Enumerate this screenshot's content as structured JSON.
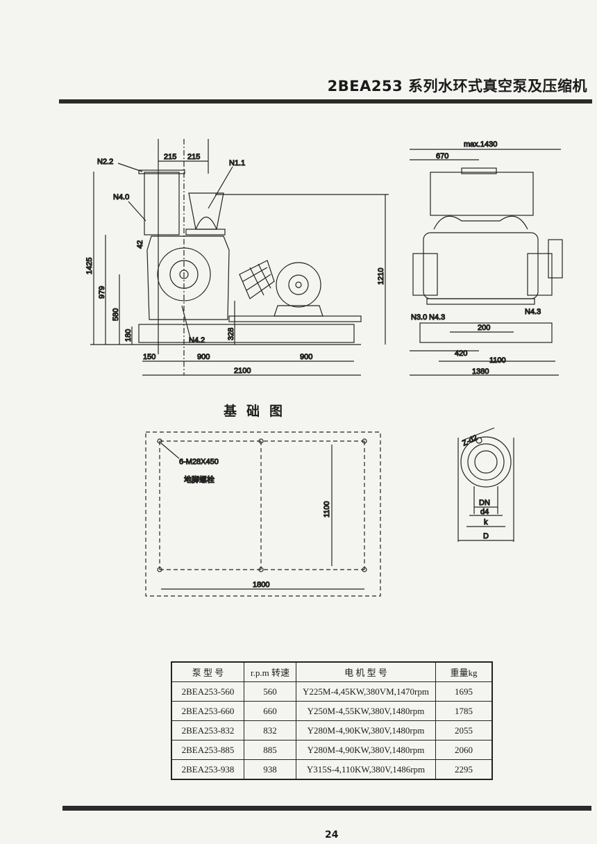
{
  "header": {
    "title": "2BEA253 系列水环式真空泵及压缩机"
  },
  "side_view": {
    "labels": {
      "n22": "N2.2",
      "n40": "N4.0",
      "n11": "N1.1",
      "n42": "N4.2"
    },
    "dims": {
      "d215a": "215",
      "d215b": "215",
      "d1425": "1425",
      "d979": "979",
      "d580": "580",
      "d180": "180",
      "d42": "42",
      "d328": "328",
      "d1210": "1210",
      "d150": "150",
      "d900a": "900",
      "d900b": "900",
      "d2100": "2100"
    }
  },
  "end_view": {
    "labels": {
      "n30": "N3.0",
      "n43a": "N4.3",
      "n43b": "N4.3"
    },
    "dims": {
      "max": "max.1430",
      "d670": "670",
      "d200": "200",
      "d420": "420",
      "d1100": "1100",
      "d1380": "1380"
    }
  },
  "foundation": {
    "title": "基础图",
    "bolt": "6-M28X450",
    "bolt_label": "地脚螺栓",
    "d1100": "1100",
    "d1800": "1800"
  },
  "flange": {
    "zd2": "Z-d2",
    "dn": "DN",
    "d4": "d4",
    "k": "k",
    "D": "D"
  },
  "table": {
    "headers": [
      "泵 型 号",
      "r.p.m 转速",
      "电 机 型 号",
      "重量kg"
    ],
    "rows": [
      [
        "2BEA253-560",
        "560",
        "Y225M-4,45KW,380VM,1470rpm",
        "1695"
      ],
      [
        "2BEA253-660",
        "660",
        "Y250M-4,55KW,380V,1480rpm",
        "1785"
      ],
      [
        "2BEA253-832",
        "832",
        "Y280M-4,90KW,380V,1480rpm",
        "2055"
      ],
      [
        "2BEA253-885",
        "885",
        "Y280M-4,90KW,380V,1480rpm",
        "2060"
      ],
      [
        "2BEA253-938",
        "938",
        "Y315S-4,110KW,380V,1486rpm",
        "2295"
      ]
    ]
  },
  "footer": {
    "page": "24"
  }
}
